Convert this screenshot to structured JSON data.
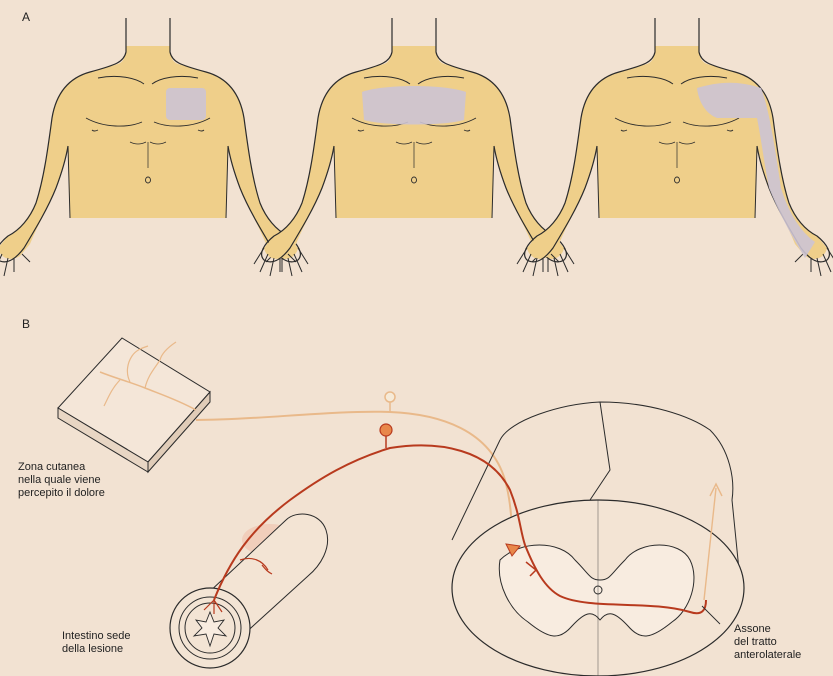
{
  "panels": {
    "a": {
      "label": "A"
    },
    "b": {
      "label": "B"
    }
  },
  "labels": {
    "skin_zone": "Zona cutanea\nnella quale viene\npercepito il dolore",
    "intestine": "Intestino sede\ndella lesione",
    "axon": "Assone\ndel tratto\nanterolaterale"
  },
  "colors": {
    "background": "#f2e2d2",
    "skin": "#efcf8a",
    "pain_area": "#ccc3d3",
    "visceral_fiber": "#b83a1e",
    "cutaneous_fiber": "#e9b98a",
    "outline": "#2b2b2b"
  }
}
